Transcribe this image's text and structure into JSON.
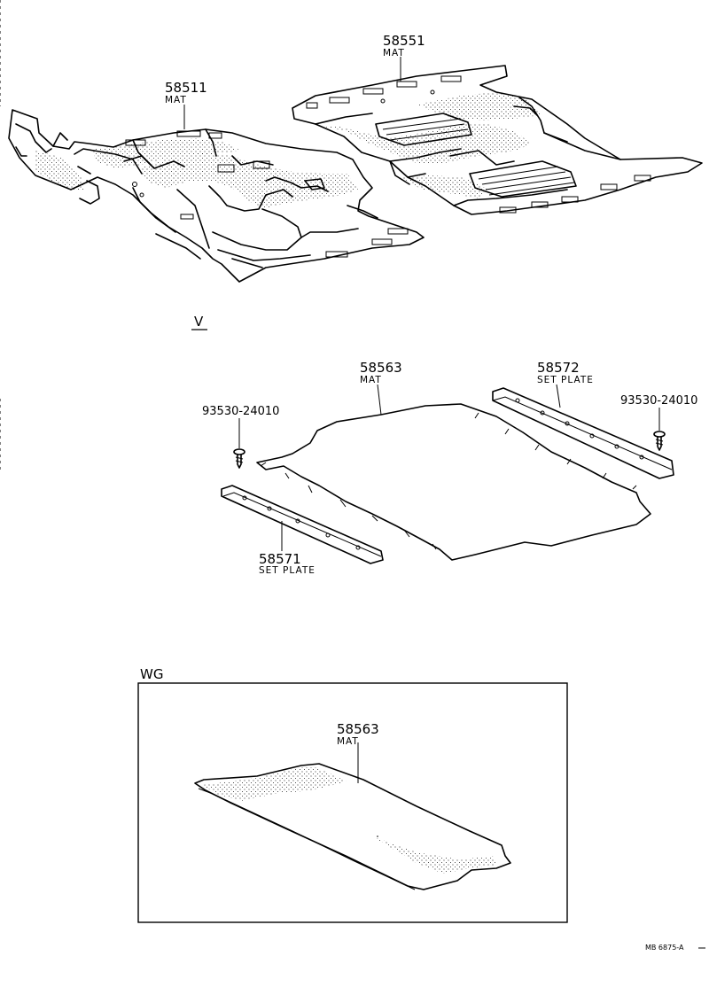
{
  "section_v": {
    "label": "V"
  },
  "section_wg": {
    "label": "WG"
  },
  "callouts": {
    "mat_front": {
      "number": "58511",
      "name": "MAT"
    },
    "mat_rear": {
      "number": "58551",
      "name": "MAT"
    },
    "mat_cargo": {
      "number": "58563",
      "name": "MAT"
    },
    "set_plate_right": {
      "number": "58572",
      "name": "SET PLATE"
    },
    "set_plate_left": {
      "number": "58571",
      "name": "SET PLATE"
    },
    "screw_left": {
      "number": "93530-24010"
    },
    "screw_right": {
      "number": "93530-24010"
    },
    "mat_wg": {
      "number": "58563",
      "name": "MAT"
    }
  },
  "figure_code": "MB 6875-A"
}
